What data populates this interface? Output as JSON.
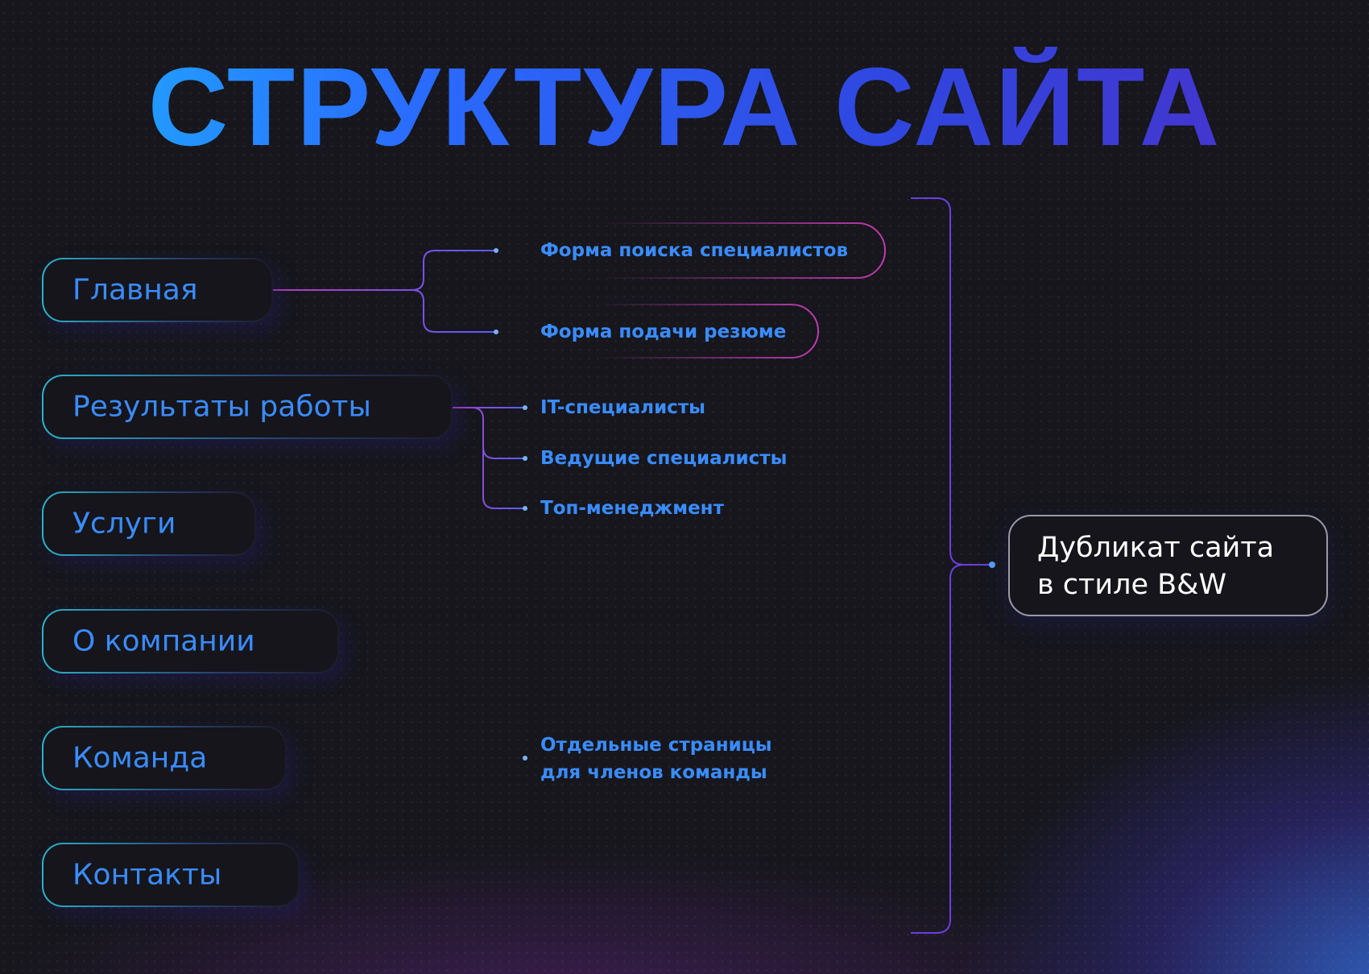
{
  "title": "СТРУКТУРА САЙТА",
  "pages": [
    {
      "label": "Главная",
      "children": [
        "Форма поиска специалистов",
        "Форма подачи резюме"
      ]
    },
    {
      "label": "Результаты работы",
      "children": [
        "IT-специалисты",
        "Ведущие специалисты",
        "Топ-менеджмент"
      ]
    },
    {
      "label": "Услуги",
      "children": []
    },
    {
      "label": "О компании",
      "children": []
    },
    {
      "label": "Команда",
      "children": [
        "Отдельные страницы",
        "для членов команды"
      ]
    },
    {
      "label": "Контакты",
      "children": []
    }
  ],
  "result": {
    "line1": "Дубликат сайта",
    "line2": "в стиле B&W"
  },
  "colors": {
    "accent": "#3a8cff",
    "line": "#6a4cff",
    "highlight": "#c03ab0"
  }
}
